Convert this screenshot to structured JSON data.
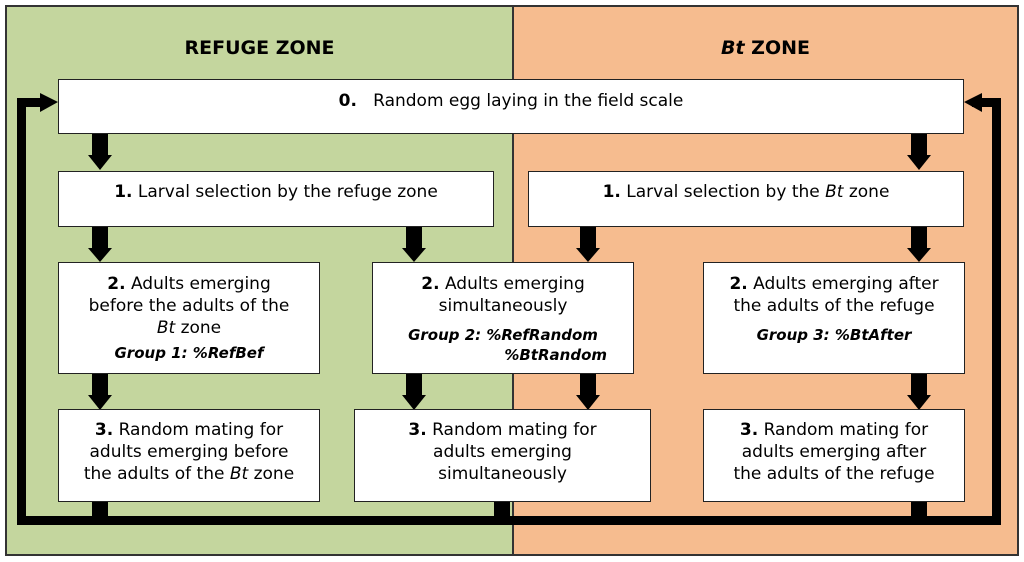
{
  "zones": {
    "refuge_title": "REFUGE ZONE",
    "bt_title_italic": "Bt",
    "bt_title_rest": " ZONE"
  },
  "step0": {
    "num": "0.",
    "text": "Random egg laying in the field scale"
  },
  "step1_refuge": {
    "num": "1.",
    "text": " Larval selection by the refuge zone"
  },
  "step1_bt": {
    "num": "1.",
    "text_a": " Larval selection by the ",
    "italic": "Bt",
    "text_b": " zone"
  },
  "step2_before": {
    "num": "2.",
    "line1": " Adults emerging",
    "line2": "before the adults of the",
    "italic": "Bt",
    "line3": " zone",
    "group": "Group 1: %RefBef"
  },
  "step2_simul": {
    "num": "2.",
    "line1": " Adults emerging",
    "line2": "simultaneously",
    "group_line1": "Group 2: %RefRandom",
    "group_line2": "%BtRandom"
  },
  "step2_after": {
    "num": "2.",
    "line1": " Adults emerging after",
    "line2": "the adults of the refuge",
    "group": "Group 3: %BtAfter"
  },
  "step3_before": {
    "num": "3.",
    "line1": " Random mating for",
    "line2": "adults emerging before",
    "line3a": "the adults of the ",
    "italic": "Bt",
    "line3b": " zone"
  },
  "step3_simul": {
    "num": "3.",
    "line1": " Random mating for",
    "line2": "adults emerging",
    "line3": "simultaneously"
  },
  "step3_after": {
    "num": "3.",
    "line1": " Random mating for",
    "line2": "adults emerging after",
    "line3": "the adults of the refuge"
  }
}
